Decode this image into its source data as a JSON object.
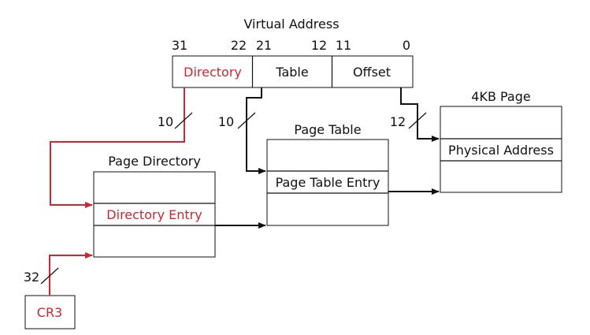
{
  "virtual_address": {
    "title": "Virtual Address",
    "bit_labels": [
      "31",
      "22",
      "21",
      "12",
      "11",
      "0"
    ],
    "fields": {
      "directory": "Directory",
      "table": "Table",
      "offset": "Offset"
    }
  },
  "page_directory": {
    "title": "Page Directory",
    "entry": "Directory Entry"
  },
  "page_table": {
    "title": "Page Table",
    "entry": "Page Table Entry"
  },
  "page_4kb": {
    "title": "4KB Page",
    "entry": "Physical Address"
  },
  "cr3": {
    "label": "CR3"
  },
  "widths": {
    "directory_bits": "10",
    "table_bits": "10",
    "offset_bits": "12",
    "cr3_bits": "32"
  },
  "colors": {
    "accent_red": "#d0262e",
    "black": "#111111"
  }
}
